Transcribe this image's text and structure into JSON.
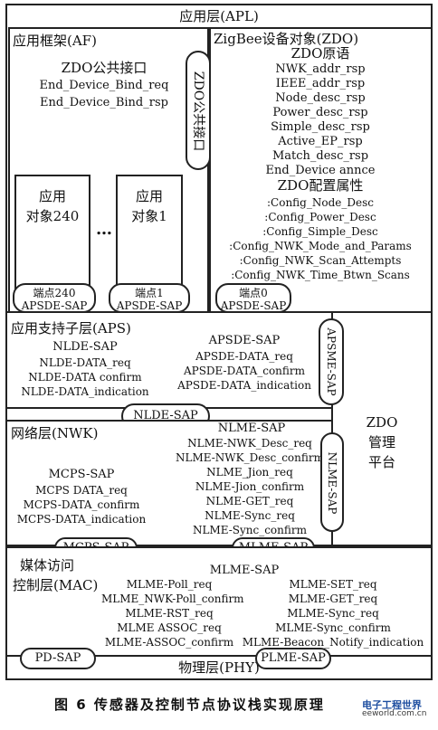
{
  "apl": {
    "title": "应用层(APL)"
  },
  "af": {
    "title": "应用框架(AF)",
    "zdo_iface_title": "ZDO公共接口",
    "lines": [
      "End_Device_Bind_req",
      "End_Device_Bind_rsp"
    ],
    "obj240": [
      "应用",
      "对象240"
    ],
    "obj1": [
      "应用",
      "对象1"
    ],
    "dots": "…",
    "ep240": [
      "端点240",
      "APSDE-SAP"
    ],
    "ep1": [
      "端点1",
      "APSDE-SAP"
    ]
  },
  "zdo_public_interface_vertical": "ZDO公共接口",
  "zdo": {
    "title": "ZigBee设备对象(ZDO)",
    "prims_title": "ZDO原语",
    "prims": [
      "NWK_addr_rsp",
      "IEEE_addr_rsp",
      "Node_desc_rsp",
      "Power_desc_rsp",
      "Simple_desc_rsp",
      "Active_EP_rsp",
      "Match_desc_rsp",
      "End_Device annce"
    ],
    "cfg_title": "ZDO配置属性",
    "cfg": [
      ":Config_Node_Desc",
      ":Config_Power_Desc",
      ":Config_Simple_Desc",
      ":Config_NWK_Mode_and_Params",
      ":Config_NWK_Scan_Attempts",
      ":Config_NWK_Time_Btwn_Scans"
    ],
    "ep0": [
      "端点0",
      "APSDE-SAP"
    ]
  },
  "aps": {
    "title": "应用支持子层(APS)",
    "nlde_title": "NLDE-SAP",
    "nlde": [
      "NLDE-DATA_req",
      "NLDE-DATA confirm",
      "NLDE-DATA_indication"
    ],
    "apsde_title": "APSDE-SAP",
    "apsde": [
      "APSDE-DATA_req",
      "APSDE-DATA_confirm",
      "APSDE-DATA_indication"
    ]
  },
  "apsme_sap": "APSME-SAP",
  "zdo_mgmt": [
    "ZDO",
    "管理",
    "平台"
  ],
  "nlde_sap_pill": "NLDE-SAP",
  "nwk": {
    "title": "网络层(NWK)",
    "mcps_title": "MCPS-SAP",
    "mcps": [
      "MCPS DATA_req",
      "MCPS-DATA_confirm",
      "MCPS-DATA_indication"
    ],
    "nlme_title": "NLME-SAP",
    "nlme": [
      "NLME-NWK_Desc_req",
      "NLME-NWK_Desc_confirm",
      "NLME_Jion_req",
      "NLME-Jion_confirm",
      "NLME-GET_req",
      "NLME-Sync_req",
      "NLME-Sync_confirm"
    ]
  },
  "nlme_sap_vertical": "NLME-SAP",
  "mcps_sap_pill": "MCPS-SAP",
  "mlme_sap_pill": "MLME-SAP",
  "mac": {
    "title": [
      "媒体访问",
      "控制层(MAC)"
    ],
    "mlme_title": "MLME-SAP",
    "left": [
      "MLME-Poll_req",
      "MLME_NWK-Poll_confirm",
      "MLME-RST_req",
      "MLME ASSOC_req",
      "MLME-ASSOC_confirm"
    ],
    "right": [
      "MLME-SET_req",
      "MLME-GET_req",
      "MLME-Sync_req",
      "MLME-Sync_confirm",
      "MLME-Beacon_Notify_indication"
    ]
  },
  "phy": {
    "title": "物理层(PHY)",
    "pd_sap": "PD-SAP",
    "plme_sap": "PLME-SAP"
  },
  "caption": "图 6  传感器及控制节点协议栈实现原理",
  "watermark": {
    "line1": "电子工程世界",
    "line2": "eeworld.com.cn"
  }
}
